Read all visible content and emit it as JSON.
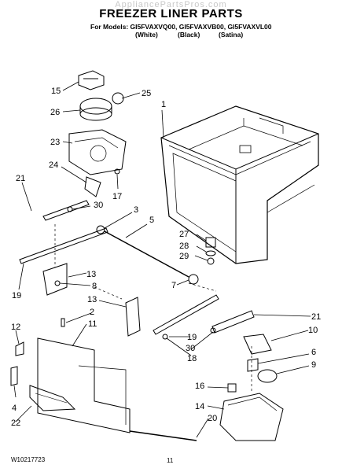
{
  "header": {
    "watermark": "AppliancePartsPros.com",
    "title": "FREEZER LINER PARTS",
    "models_line": "For Models: GI5FVAXVQ00, GI5FVAXVB00, GI5FVAXVL00",
    "variants": [
      "(White)",
      "(Black)",
      "(Satina)"
    ]
  },
  "footer": {
    "doc_number": "W10217723",
    "page_number": "11"
  },
  "callouts": [
    "1",
    "2",
    "3",
    "4",
    "5",
    "6",
    "7",
    "8",
    "9",
    "10",
    "11",
    "12",
    "13",
    "13",
    "14",
    "15",
    "16",
    "17",
    "18",
    "19",
    "19",
    "20",
    "21",
    "21",
    "22",
    "23",
    "24",
    "25",
    "26",
    "27",
    "28",
    "29",
    "30",
    "30"
  ],
  "colors": {
    "line": "#000000",
    "background": "#ffffff"
  }
}
